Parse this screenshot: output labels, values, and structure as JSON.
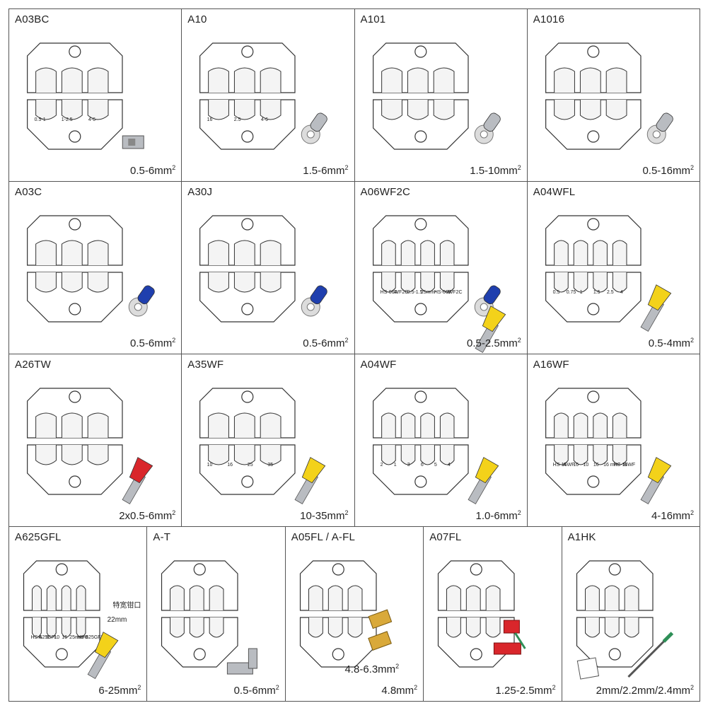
{
  "rows": [
    {
      "cells": [
        {
          "model": "A03BC",
          "range": "0.5-6mm",
          "sup": "2",
          "die_labels": [
            "0.5-1",
            "1-2.5",
            "4-6"
          ],
          "terminal": "flag"
        },
        {
          "model": "A10",
          "range": "1.5-6mm",
          "sup": "2",
          "die_labels": [
            "16",
            "2.5",
            "4-6"
          ],
          "terminal": "ring-bare"
        },
        {
          "model": "A101",
          "range": "1.5-10mm",
          "sup": "2",
          "die_labels": [],
          "terminal": "ring-bare"
        },
        {
          "model": "A1016",
          "range": "0.5-16mm",
          "sup": "2",
          "die_labels": [],
          "terminal": "ring-bare"
        }
      ]
    },
    {
      "cells": [
        {
          "model": "A03C",
          "range": "0.5-6mm",
          "sup": "2",
          "die_labels": [],
          "terminal": "ring-blue"
        },
        {
          "model": "A30J",
          "range": "0.5-6mm",
          "sup": "2",
          "die_labels": [],
          "terminal": "ring-blue"
        },
        {
          "model": "A06WF2C",
          "range": "0.5-2.5mm",
          "sup": "2",
          "die_labels": [
            "HS-06WF2C",
            "A",
            "0.5-1.5",
            "25mm²",
            "HS-06WF2C",
            "B"
          ],
          "terminal": "ring-blue+ferrule-yellow"
        },
        {
          "model": "A04WFL",
          "range": "0.5-4mm",
          "sup": "2",
          "die_labels": [
            "0.5",
            "0.75",
            "1",
            "1.5",
            "2.5",
            "4"
          ],
          "terminal": "ferrule-yellow"
        }
      ]
    },
    {
      "cells": [
        {
          "model": "A26TW",
          "range": "2x0.5-6mm",
          "sup": "2",
          "die_labels": [],
          "terminal": "ferrule-red-twin"
        },
        {
          "model": "A35WF",
          "range": "10-35mm",
          "sup": "2",
          "die_labels": [
            "10",
            "16",
            "25",
            "35"
          ],
          "terminal": "ferrule-yellow"
        },
        {
          "model": "A04WF",
          "range": "1.0-6mm",
          "sup": "2",
          "die_labels": [
            "2",
            "1",
            "3",
            "6",
            "5",
            "4"
          ],
          "terminal": "ferrule-yellow"
        },
        {
          "model": "A16WF",
          "range": "4-16mm",
          "sup": "2",
          "die_labels": [
            "HS-16WF",
            "A",
            "16",
            "10",
            "16",
            "16 mm²",
            "HS-16WF",
            "B"
          ],
          "terminal": "ferrule-yellow"
        }
      ]
    },
    {
      "cells": [
        {
          "model": "A625GFL",
          "range": "6-25mm",
          "sup": "2",
          "die_labels": [
            "HS-625GFL",
            "A",
            "6",
            "10",
            "16",
            "25mm²",
            "HS-625GFL",
            "B"
          ],
          "note": "特宽钳口",
          "note2": "22mm",
          "terminal": "ferrule-yellow"
        },
        {
          "model": "A-T",
          "range": "0.5-6mm",
          "sup": "2",
          "die_labels": [],
          "terminal": "tab-silver"
        },
        {
          "model": "A05FL / A-FL",
          "range": "4.8mm",
          "sup": "2",
          "range_extra": "4.8-6.3mm",
          "sup_extra": "2",
          "die_labels": [],
          "terminal": "female-gold"
        },
        {
          "model": "A07FL",
          "range": "1.25-2.5mm",
          "sup": "2",
          "die_labels": [],
          "terminal": "flag-red"
        },
        {
          "model": "A1HK",
          "range": "2mm/2.2mm/2.4mm",
          "sup": "2",
          "die_labels": [],
          "terminal": "pin"
        }
      ]
    }
  ],
  "colors": {
    "border": "#555555",
    "die_fill": "#ffffff",
    "die_stroke": "#333333",
    "blue": "#1f3fae",
    "yellow": "#f3d21a",
    "red": "#d9262b",
    "gold": "#d9a93a",
    "silver": "#b9bcc1",
    "green": "#2e8f57"
  }
}
